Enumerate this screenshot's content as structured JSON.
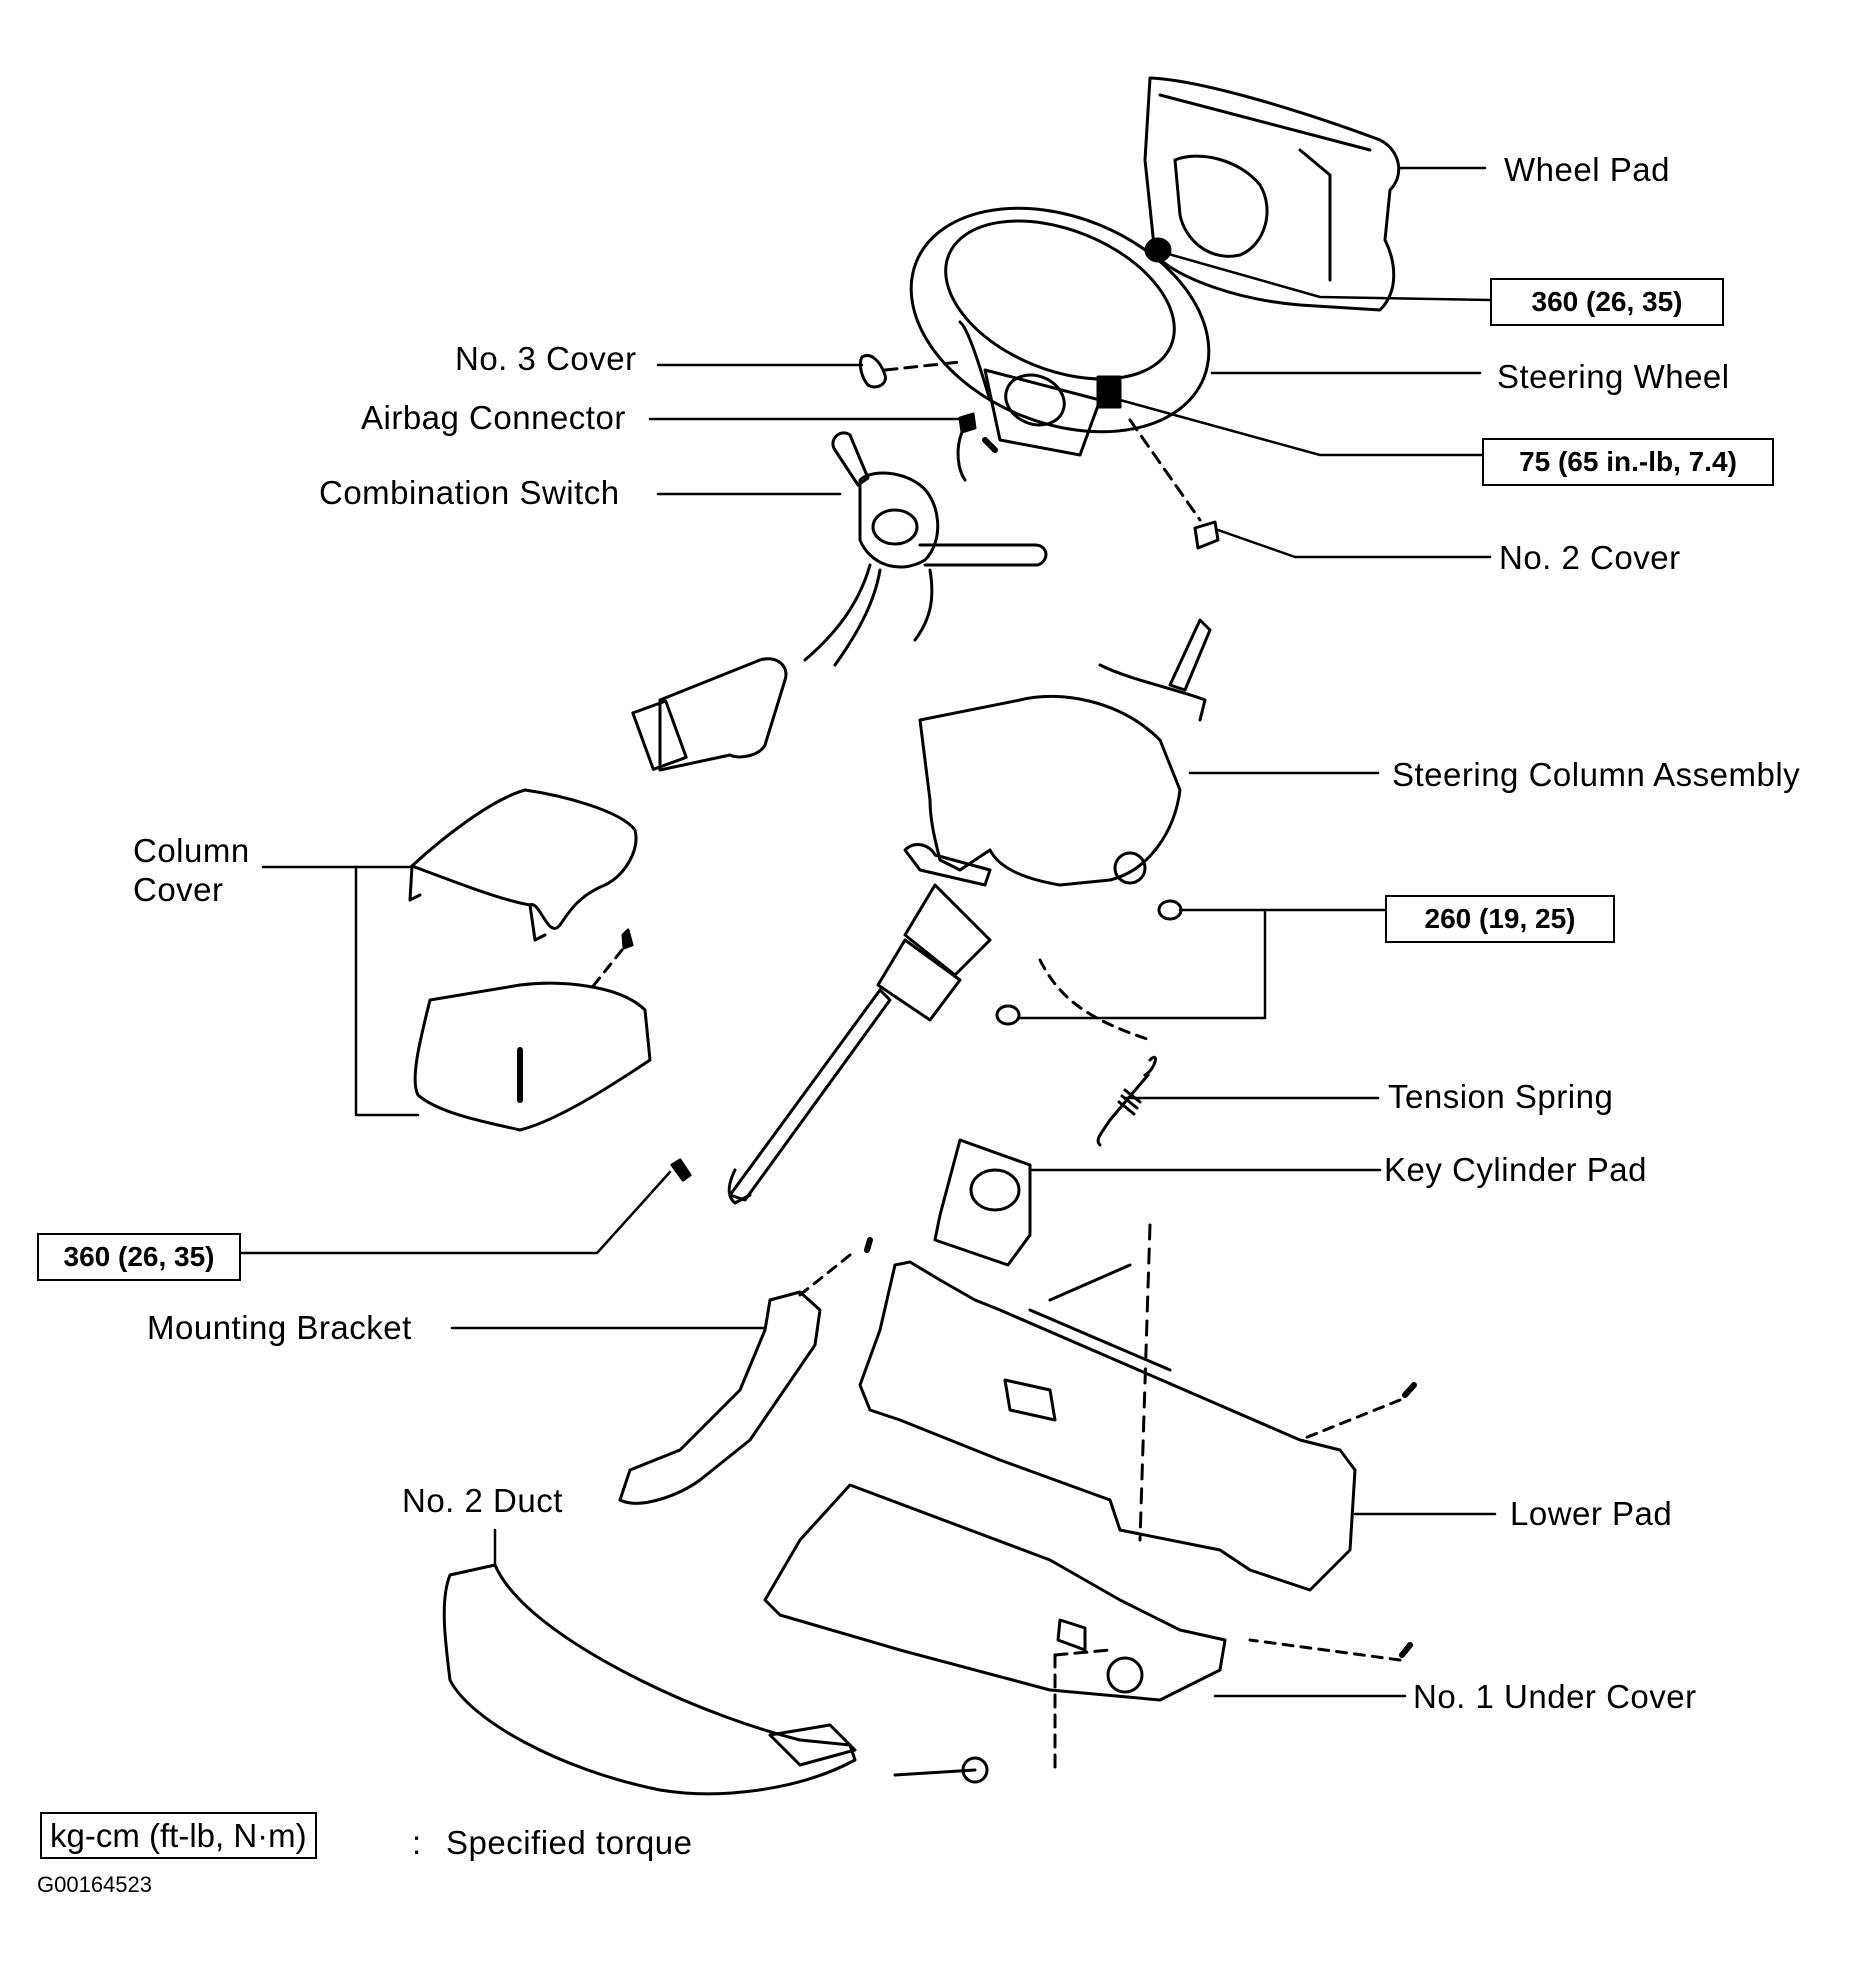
{
  "diagram": {
    "title": "Steering column exploded view",
    "figure_code": "G00164523",
    "parts": [
      {
        "id": "wheel-pad",
        "label": "Wheel Pad"
      },
      {
        "id": "steering-wheel",
        "label": "Steering Wheel"
      },
      {
        "id": "no2-cover",
        "label": "No. 2 Cover"
      },
      {
        "id": "no3-cover",
        "label": "No. 3 Cover"
      },
      {
        "id": "airbag-connector",
        "label": "Airbag Connector"
      },
      {
        "id": "combination-switch",
        "label": "Combination Switch"
      },
      {
        "id": "steering-column-assembly",
        "label": "Steering Column Assembly"
      },
      {
        "id": "column-cover",
        "label": "Column\nCover",
        "label_line1": "Column",
        "label_line2": "Cover"
      },
      {
        "id": "tension-spring",
        "label": "Tension Spring"
      },
      {
        "id": "key-cylinder-pad",
        "label": "Key Cylinder Pad"
      },
      {
        "id": "mounting-bracket",
        "label": "Mounting Bracket"
      },
      {
        "id": "lower-pad",
        "label": "Lower Pad"
      },
      {
        "id": "no2-duct",
        "label": "No. 2 Duct"
      },
      {
        "id": "no1-under-cover",
        "label": "No. 1 Under Cover"
      }
    ],
    "torques": [
      {
        "id": "steering-wheel-nut",
        "value": "360 (26, 35)"
      },
      {
        "id": "airbag-screw",
        "value": "75 (65 in.-lb, 7.4)"
      },
      {
        "id": "column-nuts",
        "value": "260 (19, 25)"
      },
      {
        "id": "column-bolt",
        "value": "360 (26, 35)"
      }
    ],
    "legend": {
      "unit_box": "kg-cm (ft-lb, N·m)",
      "separator": ":",
      "description": "Specified torque"
    }
  }
}
